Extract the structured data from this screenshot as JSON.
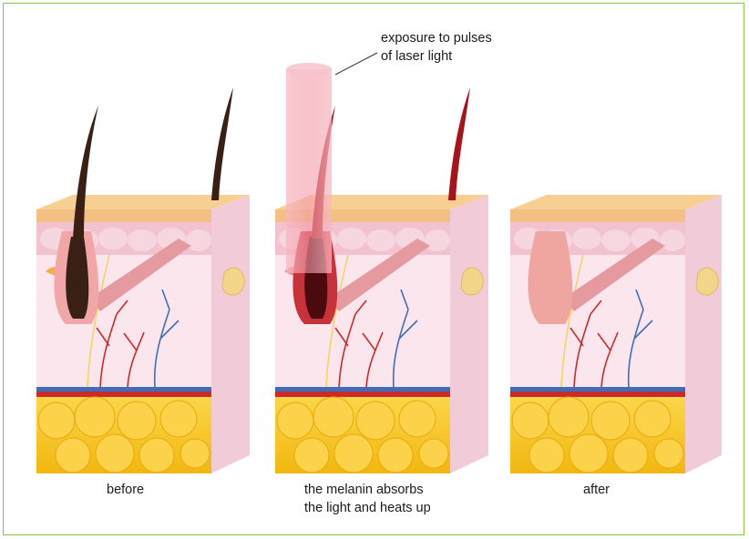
{
  "callout": {
    "line1": "exposure to pulses",
    "line2": "of laser light"
  },
  "panels": [
    {
      "id": "before",
      "caption_lines": [
        "before"
      ]
    },
    {
      "id": "during",
      "caption_lines": [
        "the melanin absorbs",
        "the light and heats up"
      ]
    },
    {
      "id": "after",
      "caption_lines": [
        "after"
      ]
    }
  ],
  "colors": {
    "frame": "#8cc63f",
    "hair_before": "#3a2014",
    "hair_heated": "#a8121a",
    "fat": "#f7c21b",
    "dermis": "#f8dbe4",
    "epidermis": "#f3c083",
    "laser_beam": "#f29aa6",
    "vein": "#3d6fb8",
    "artery": "#cc2a2a"
  }
}
